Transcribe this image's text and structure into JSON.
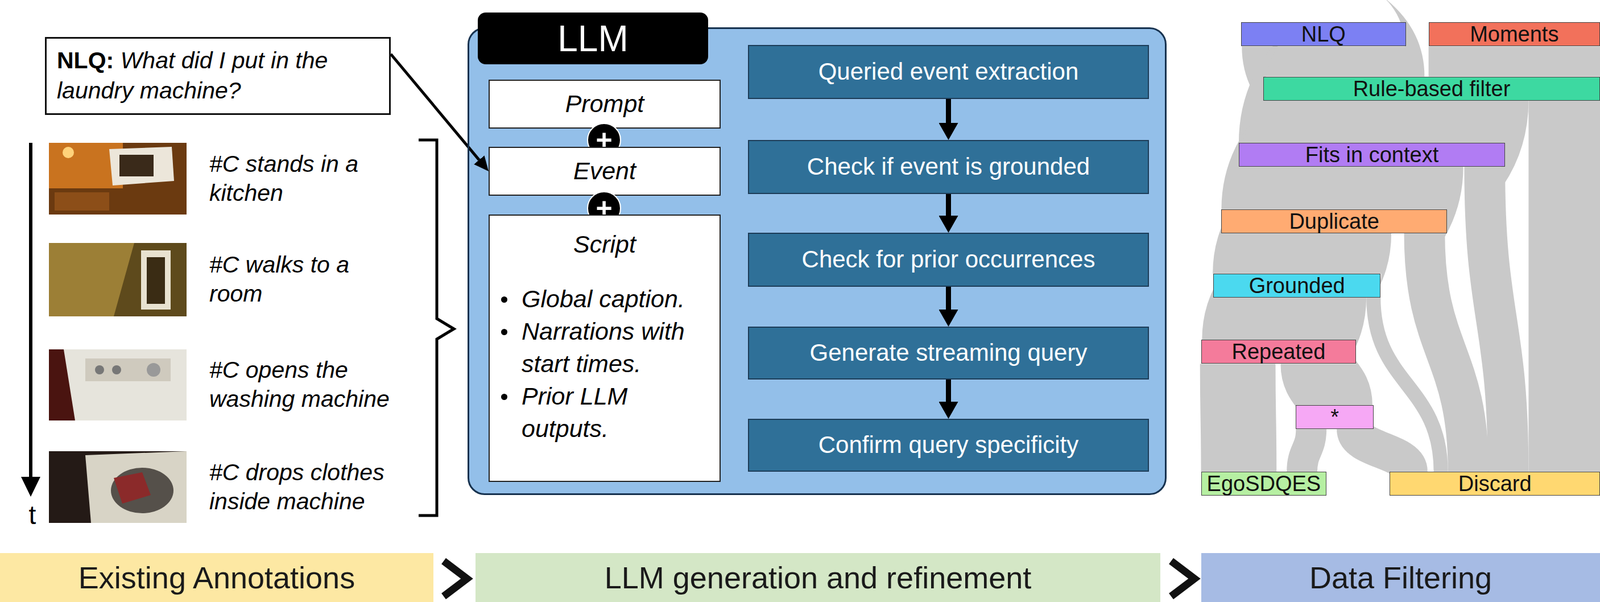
{
  "diagram": {
    "nodes": [
      {
        "text": [
          "NLQ:",
          "What did I put in the laundry machine?"
        ]
      },
      {
        "text": [
          "LLM"
        ]
      },
      {
        "text": [
          "Prompt"
        ],
        "in": 1
      },
      {
        "text": [
          "+"
        ],
        "in": 1
      },
      {
        "text": [
          "Event"
        ],
        "in": 1
      },
      {
        "text": [
          "+"
        ],
        "in": 1
      },
      {
        "text": [
          "Script",
          "Global caption.",
          "Narrations with start times.",
          "Prior LLM outputs."
        ],
        "in": 1
      },
      {
        "text": [
          "Queried event extraction"
        ],
        "in": 1
      },
      {
        "text": [
          "Check if event is grounded"
        ],
        "in": 1
      },
      {
        "text": [
          "Check for prior occurrences"
        ],
        "in": 1
      },
      {
        "text": [
          "Generate streaming query"
        ],
        "in": 1
      },
      {
        "text": [
          "Confirm query specificity"
        ],
        "in": 1
      },
      {
        "text": [
          "NLQ"
        ]
      },
      {
        "text": [
          "Moments"
        ]
      },
      {
        "text": [
          "Rule-based filter"
        ]
      },
      {
        "text": [
          "Fits in context"
        ]
      },
      {
        "text": [
          "Duplicate"
        ]
      },
      {
        "text": [
          "Grounded"
        ]
      },
      {
        "text": [
          "Repeated"
        ]
      },
      {
        "text": [
          "*"
        ]
      },
      {
        "text": [
          "EgoSDQES"
        ]
      },
      {
        "text": [
          "Discard"
        ]
      },
      {
        "text": [
          "Existing Annotations"
        ]
      },
      {
        "text": [
          "LLM generation and refinement"
        ]
      },
      {
        "text": [
          "Data Filtering"
        ]
      }
    ],
    "edges": [
      {
        "from": 0,
        "to": 4,
        "arrow": "to"
      },
      {
        "from": 7,
        "to": 8,
        "arrow": "to"
      },
      {
        "from": 8,
        "to": 9,
        "arrow": "to"
      },
      {
        "from": 9,
        "to": 10,
        "arrow": "to"
      },
      {
        "from": 10,
        "to": 11,
        "arrow": "to"
      },
      {
        "from": 12,
        "to": 14,
        "arrow": "none"
      },
      {
        "from": 13,
        "to": 14,
        "arrow": "none"
      },
      {
        "from": 14,
        "to": 15,
        "arrow": "none"
      },
      {
        "from": 14,
        "to": 21,
        "arrow": "none"
      },
      {
        "from": 15,
        "to": 16,
        "arrow": "none"
      },
      {
        "from": 15,
        "to": 21,
        "arrow": "none"
      },
      {
        "from": 16,
        "to": 17,
        "arrow": "none"
      },
      {
        "from": 16,
        "to": 21,
        "arrow": "none"
      },
      {
        "from": 17,
        "to": 18,
        "arrow": "none"
      },
      {
        "from": 17,
        "to": 21,
        "arrow": "none"
      },
      {
        "from": 18,
        "to": 20,
        "arrow": "none"
      },
      {
        "from": 18,
        "to": 19,
        "arrow": "none"
      },
      {
        "from": 19,
        "to": 20,
        "arrow": "none"
      },
      {
        "from": 19,
        "to": 21,
        "arrow": "none"
      }
    ],
    "labels": [
      "#C stands in a kitchen",
      "#C walks to a room",
      "#C opens the washing machine",
      "#C drops clothes inside machine",
      "t"
    ]
  }
}
